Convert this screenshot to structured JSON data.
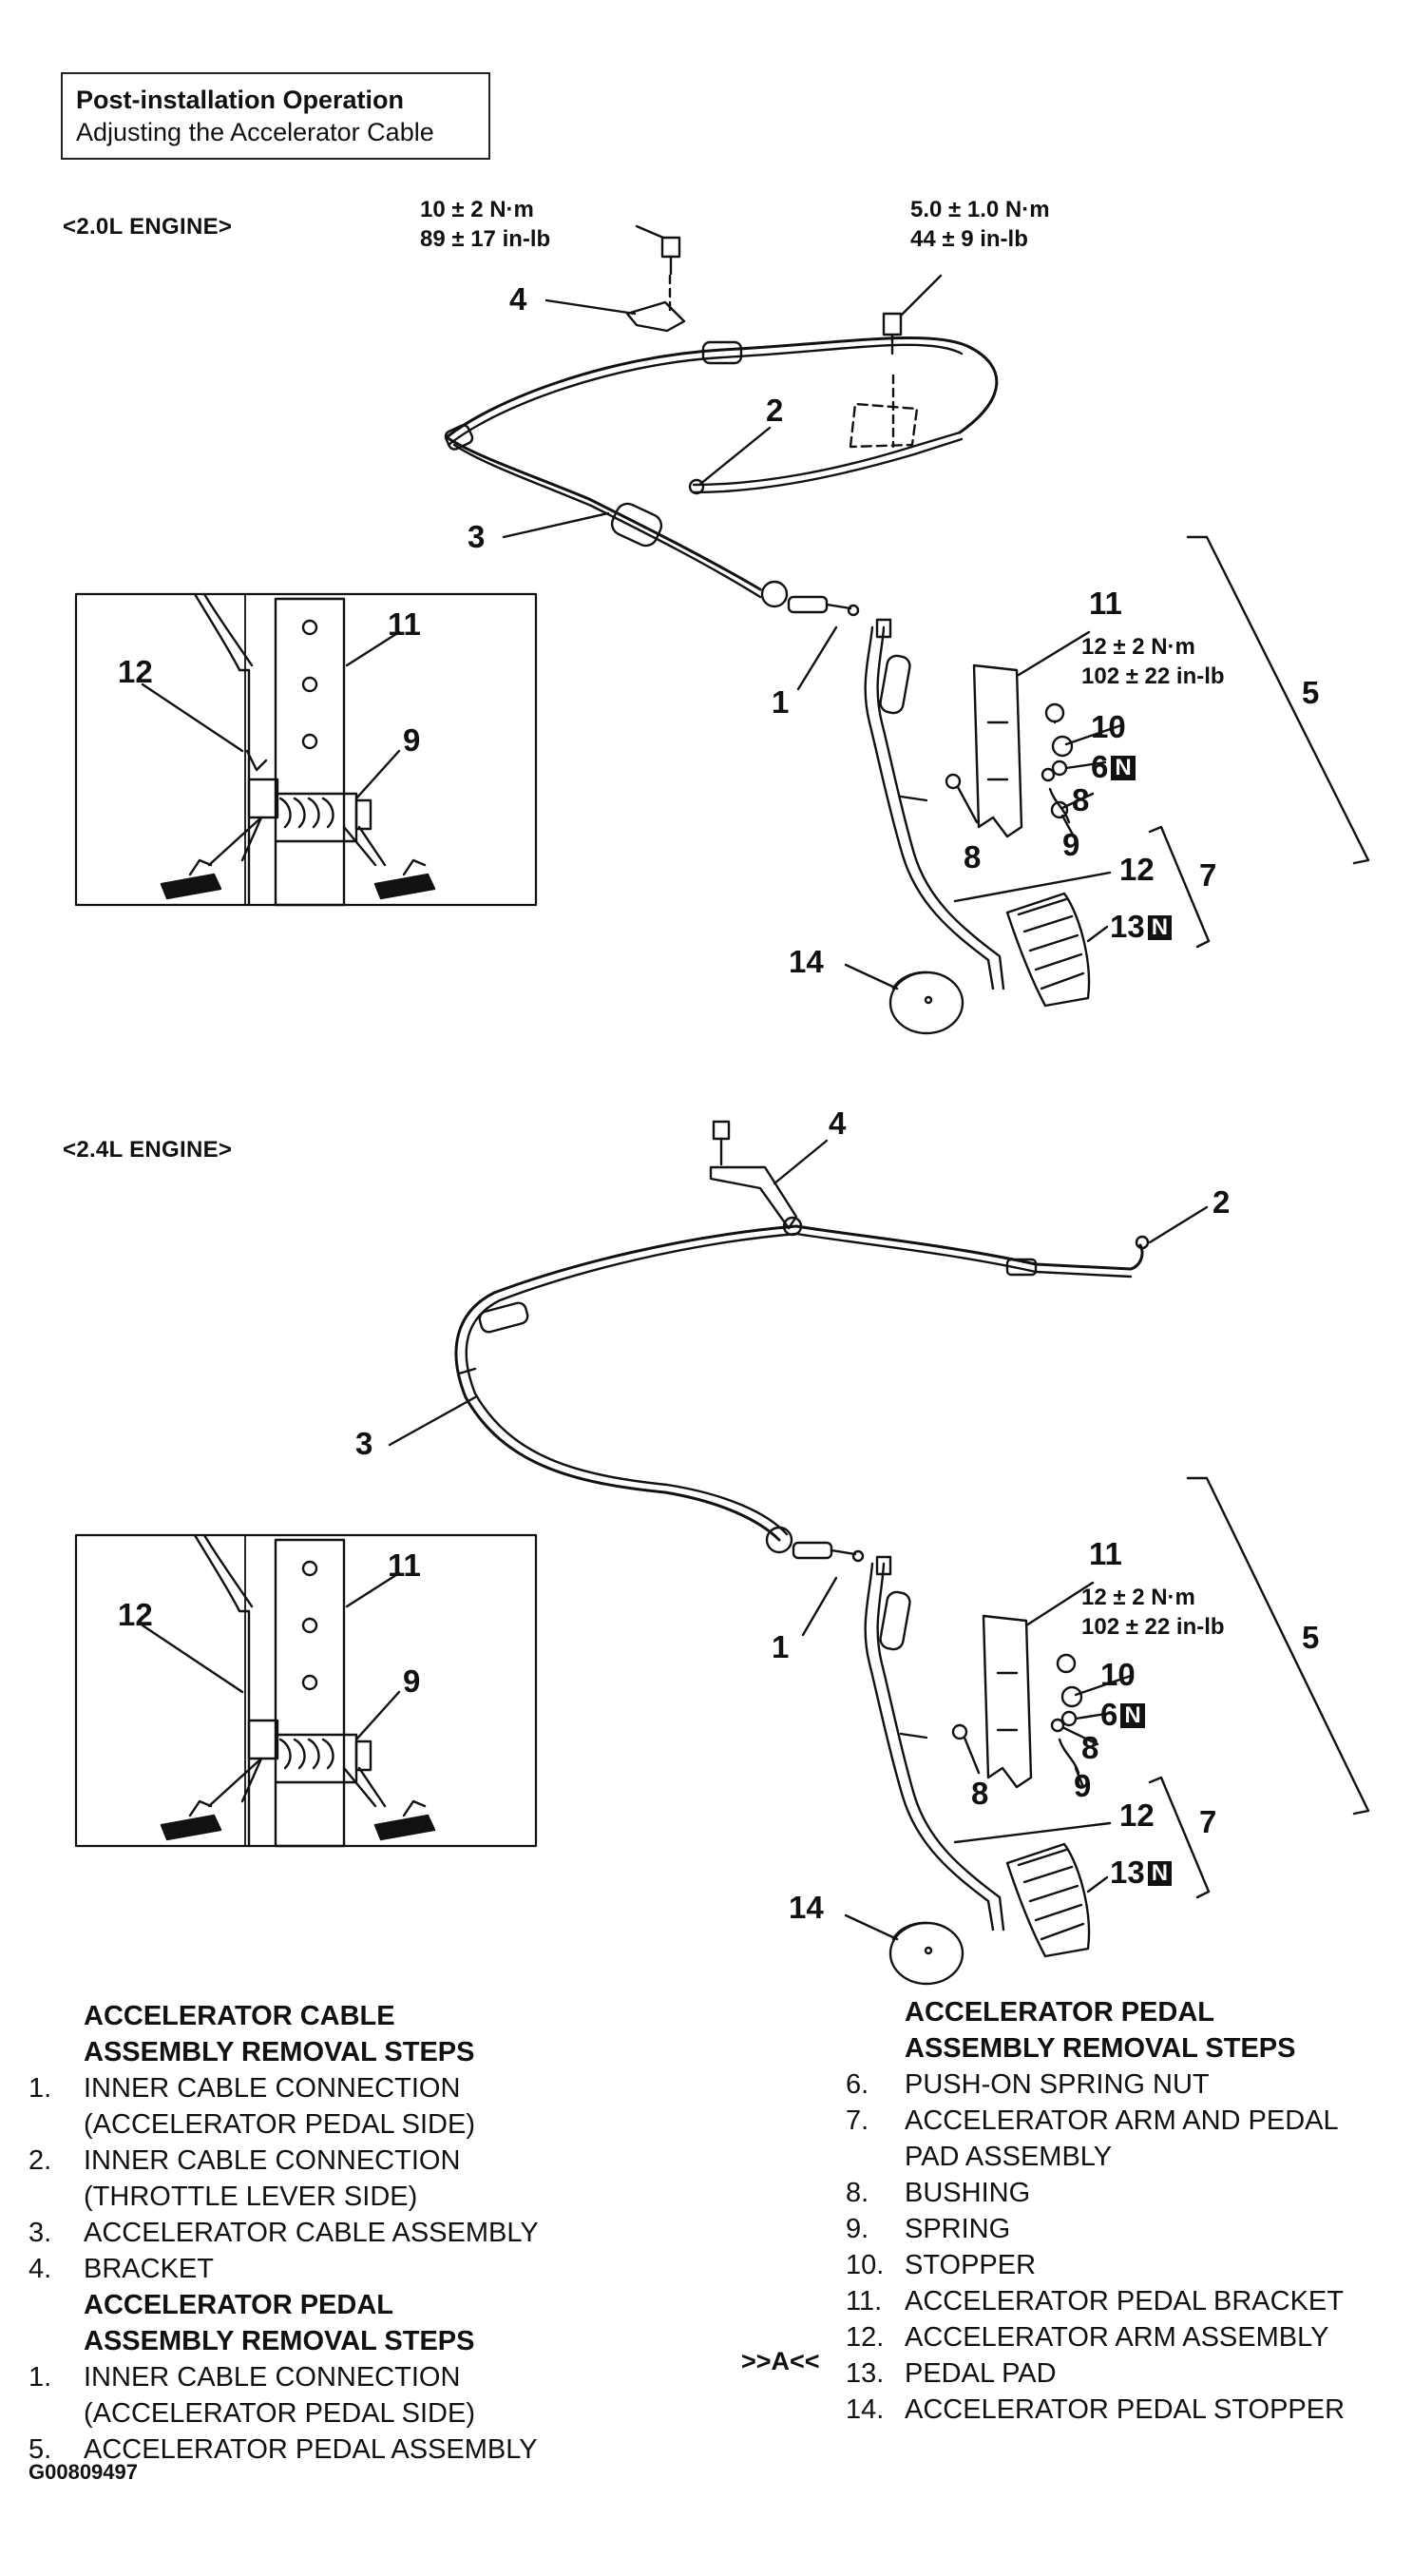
{
  "header": {
    "title": "Post-installation Operation",
    "subtitle": "Adjusting the Accelerator Cable"
  },
  "upper": {
    "engine_label": "<2.0L ENGINE>",
    "torque_a": "10 ± 2 N·m\n89 ± 17 in-lb",
    "torque_b": "5.0 ± 1.0 N·m\n44 ± 9 in-lb",
    "torque_c": "12 ± 2 N·m\n102 ± 22 in-lb",
    "callouts": {
      "c1": "1",
      "c2": "2",
      "c3": "3",
      "c4": "4",
      "c5": "5",
      "c6": "6",
      "c7": "7",
      "c8a": "8",
      "c8b": "8",
      "c9": "9",
      "c10": "10",
      "c11": "11",
      "c12": "12",
      "c13": "13",
      "c14": "14",
      "inset11": "11",
      "inset12": "12",
      "inset9": "9",
      "n6": "N",
      "n13": "N"
    }
  },
  "lower": {
    "engine_label": "<2.4L ENGINE>",
    "torque_c": "12 ± 2 N·m\n102 ± 22 in-lb",
    "callouts": {
      "c1": "1",
      "c2": "2",
      "c3": "3",
      "c4": "4",
      "c5": "5",
      "c6": "6",
      "c7": "7",
      "c8a": "8",
      "c8b": "8",
      "c9": "9",
      "c10": "10",
      "c11": "11",
      "c12": "12",
      "c13": "13",
      "c14": "14",
      "inset11": "11",
      "inset12": "12",
      "inset9": "9",
      "n6": "N",
      "n13": "N"
    }
  },
  "steps_left": {
    "heading1_line1": "ACCELERATOR CABLE",
    "heading1_line2": "ASSEMBLY REMOVAL STEPS",
    "items1": [
      {
        "num": "1.",
        "line1": "INNER CABLE CONNECTION",
        "line2": "(ACCELERATOR PEDAL SIDE)"
      },
      {
        "num": "2.",
        "line1": "INNER CABLE CONNECTION",
        "line2": "(THROTTLE LEVER SIDE)"
      },
      {
        "num": "3.",
        "line1": "ACCELERATOR CABLE ASSEMBLY",
        "line2": ""
      },
      {
        "num": "4.",
        "line1": "BRACKET",
        "line2": ""
      }
    ],
    "heading2_line1": "ACCELERATOR PEDAL",
    "heading2_line2": "ASSEMBLY REMOVAL STEPS",
    "items2": [
      {
        "num": "1.",
        "line1": "INNER CABLE CONNECTION",
        "line2": "(ACCELERATOR PEDAL SIDE)"
      },
      {
        "num": "5.",
        "line1": "ACCELERATOR PEDAL ASSEMBLY",
        "line2": ""
      }
    ]
  },
  "steps_right": {
    "heading_line1": "ACCELERATOR PEDAL",
    "heading_line2": "ASSEMBLY REMOVAL STEPS",
    "items": [
      {
        "num": "6.",
        "line1": "PUSH-ON SPRING NUT",
        "line2": ""
      },
      {
        "num": "7.",
        "line1": "ACCELERATOR ARM AND PEDAL",
        "line2": "PAD ASSEMBLY"
      },
      {
        "num": "8.",
        "line1": "BUSHING",
        "line2": ""
      },
      {
        "num": "9.",
        "line1": "SPRING",
        "line2": ""
      },
      {
        "num": "10.",
        "line1": "STOPPER",
        "line2": ""
      },
      {
        "num": "11.",
        "line1": "ACCELERATOR PEDAL BRACKET",
        "line2": ""
      },
      {
        "num": "12.",
        "line1": "ACCELERATOR ARM ASSEMBLY",
        "line2": ""
      },
      {
        "num": "13.",
        "line1": "PEDAL PAD",
        "line2": ""
      },
      {
        "num": "14.",
        "line1": "ACCELERATOR PEDAL STOPPER",
        "line2": ""
      }
    ],
    "marker": ">>A<<"
  },
  "figure_code": "G00809497"
}
